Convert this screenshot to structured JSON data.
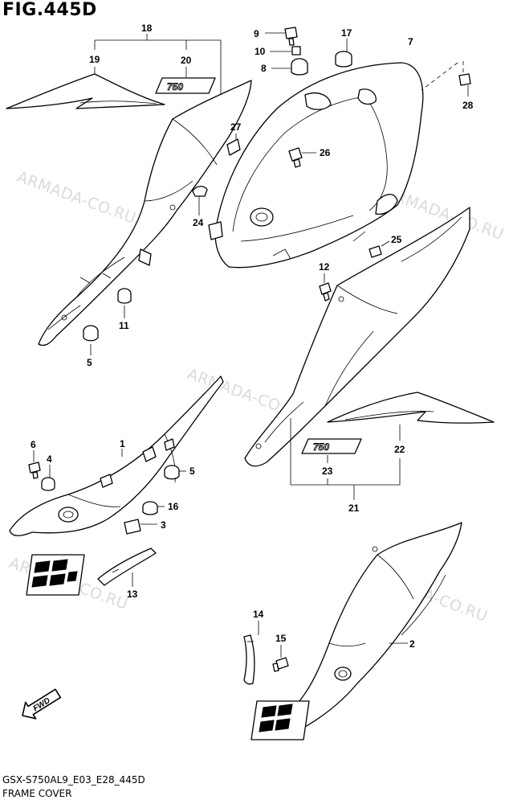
{
  "figure": {
    "title": "FIG.445D",
    "code": "GSX-S750AL9_E03_E28_445D",
    "name": "FRAME COVER"
  },
  "watermark": "ARMADA-CO.RU",
  "decal_text": "750",
  "fwd_label": "FWD",
  "callouts": {
    "c1": "1",
    "c2": "2",
    "c3": "3",
    "c4": "4",
    "c5a": "5",
    "c5b": "5",
    "c6": "6",
    "c7": "7",
    "c8": "8",
    "c9": "9",
    "c10": "10",
    "c11": "11",
    "c12": "12",
    "c13": "13",
    "c14": "14",
    "c15": "15",
    "c16": "16",
    "c17": "17",
    "c18": "18",
    "c19": "19",
    "c20": "20",
    "c21": "21",
    "c22": "22",
    "c23": "23",
    "c24": "24",
    "c25": "25",
    "c26": "26",
    "c27": "27",
    "c28": "28"
  }
}
